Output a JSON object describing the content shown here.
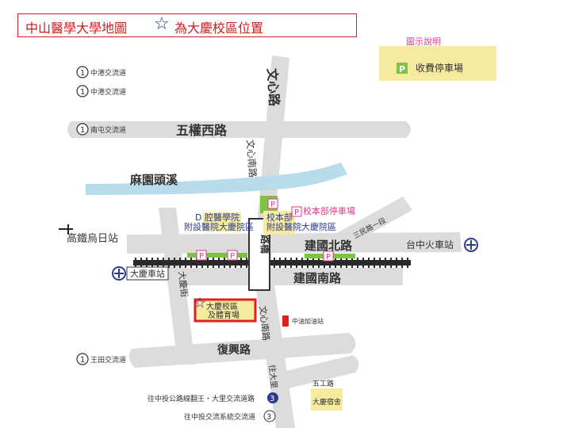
{
  "title": {
    "main": "中山醫學大學地圖",
    "star_note": "為大慶校區位置",
    "color": "#c81e1e"
  },
  "legend": {
    "title": "圖示說明",
    "parking_symbol": "P",
    "parking_label": "收費停車場",
    "bg": "#f5eaa0"
  },
  "routes_left": [
    {
      "number": "1",
      "label": "中港交流道"
    },
    {
      "number": "1",
      "label": "中港交流道"
    },
    {
      "number": "1",
      "label": "南屯交流道"
    },
    {
      "number": "1",
      "label": "王田交流道"
    }
  ],
  "roads": {
    "wuquan_west": "五權西路",
    "wenxin_north": "文心路",
    "wenxin_south_upper": "文心南路",
    "wenxin_south_lower": "文心南路",
    "jianguo_north": "建國北路",
    "jianguo_south": "建國南路",
    "fuxing": "復興路",
    "daqing_street": "大慶街",
    "sanmin_road": "三民路一段",
    "wugong": "五工路",
    "zhuangda": "往大里"
  },
  "creek": "麻園頭溪",
  "landmarks": {
    "hsr": "高鐵烏日站",
    "taichung_station": "台中火車站",
    "daqing_station": "大慶車站",
    "bridge": "路橋",
    "dental_hospital_1": "D 腔醫學院",
    "dental_hospital_2": "附設醫院大慶院區",
    "main_campus_1": "校本部",
    "main_campus_2": "附設醫院大慶院區",
    "main_parking": "校本部停車場",
    "daqing_campus": "大慶校區",
    "daqing_dorm": "及體育場",
    "gas_station": "中油加油站",
    "dorm": "大慶宿舍"
  },
  "parking": {
    "symbol": "P"
  },
  "bottom": {
    "bus_line": "往中投公路線翻王・大里交流道路",
    "bus_num": "3",
    "expressway": "往中投交流系統交流道",
    "expressway_num": "3"
  },
  "colors": {
    "road": "#dcdcdc",
    "creek": "#b8dcec",
    "parking_green": "#7dc242",
    "parking_pink": "#e23a8c",
    "highlight": "#e41e20",
    "label_blue": "#2b3b8f",
    "dark_text": "#333333"
  }
}
